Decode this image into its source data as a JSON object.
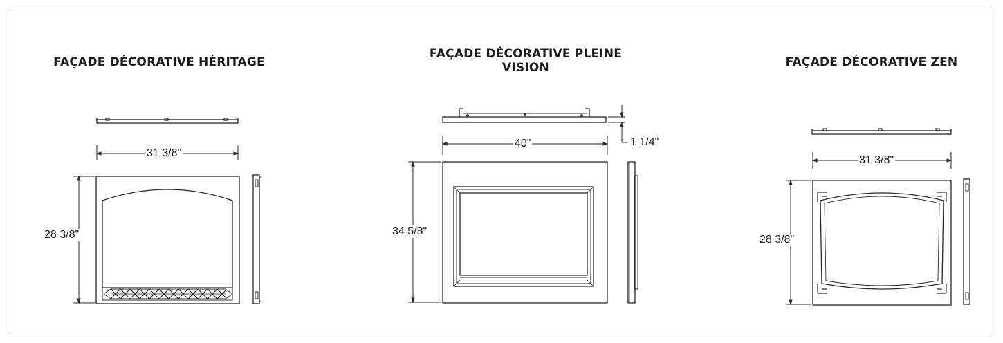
{
  "products": [
    {
      "title": "FAÇADE DÉCORATIVE HÉRITAGE",
      "width_label": "31 3/8\"",
      "height_label": "28 3/8\""
    },
    {
      "title": "FAÇADE DÉCORATIVE PLEINE VISION",
      "width_label": "40\"",
      "height_label": "34 5/8\"",
      "depth_label": "1 1/4\""
    },
    {
      "title": "FAÇADE DÉCORATIVE ZEN",
      "width_label": "31 3/8\"",
      "height_label": "28 3/8\""
    }
  ]
}
